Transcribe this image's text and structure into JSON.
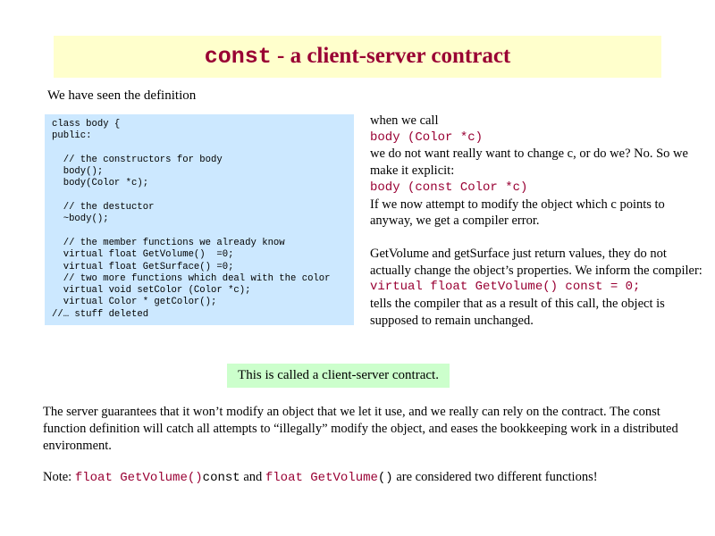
{
  "title": {
    "keyword": "const",
    "rest": " - a client-server contract"
  },
  "intro": "We have seen the definition",
  "code_block": [
    "class body {",
    "public:",
    "",
    "  // the constructors for body",
    "  body();",
    "  body(Color *c);",
    "",
    "  // the destuctor",
    "  ~body();",
    "",
    "  // the member functions we already know",
    "  virtual float GetVolume()  =0;",
    "  virtual float GetSurface() =0;",
    "  // two more functions which deal with the color",
    "  virtual void setColor (Color *c);",
    "  virtual Color * getColor();",
    "//… stuff deleted"
  ],
  "right": {
    "when_we_call": "when we call",
    "code1": "body (Color *c)",
    "line2": "we do not want really want to change c, or do we? No. So we make it explicit:",
    "code2": "body (const Color *c)",
    "line3": "If we now attempt to modify the object which c points to anyway, we get a compiler error.",
    "para2": "GetVolume and getSurface just return values, they do not actually change the object’s properties. We inform the compiler:",
    "code3": "virtual float GetVolume() const = 0;",
    "line4": "tells the compiler that as a result of this call, the object is supposed to remain unchanged."
  },
  "contract_label": "This is called a client-server contract.",
  "bottom_paragraph": "The server guarantees that it won’t modify an object that we let it use, and we really can rely on the contract. The const function definition will catch all attempts to “illegally” modify the object, and eases the bookkeeping work in a distributed environment.",
  "note": {
    "prefix": "Note: ",
    "code_a1": "float GetVolume()",
    "code_a2": "const",
    "middle": " and ",
    "code_b1": "float GetVolume",
    "code_b2": "()",
    "suffix": " are considered two different functions!"
  },
  "colors": {
    "title_bg": "#ffffcc",
    "title_text": "#990033",
    "code_bg": "#cce8ff",
    "contract_bg": "#ccffcc",
    "code_text": "#990033"
  }
}
